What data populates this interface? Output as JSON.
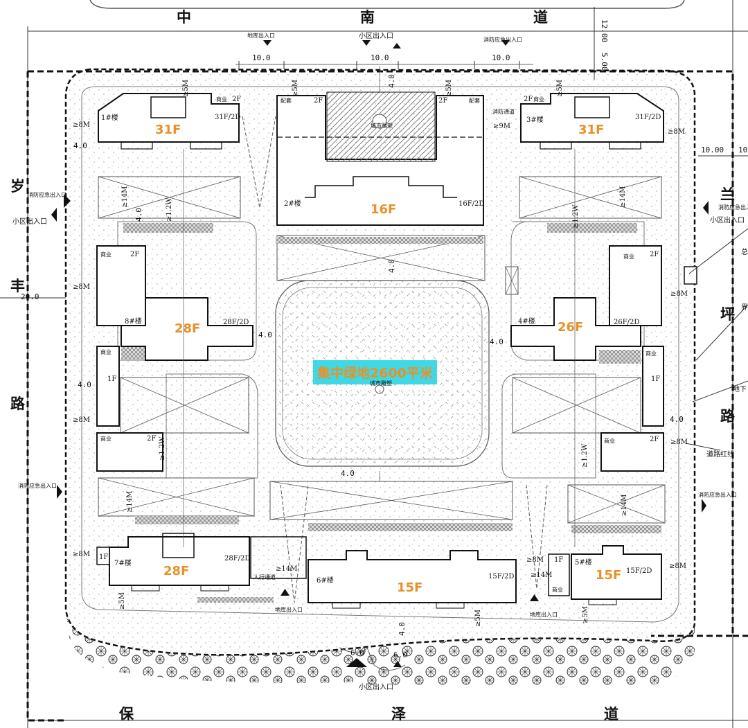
{
  "roads": {
    "north": [
      "中",
      "南",
      "道"
    ],
    "south": [
      "保",
      "泽",
      "道"
    ],
    "west": [
      "岁",
      "丰",
      "路"
    ],
    "east": [
      "兰",
      "坪",
      "路"
    ]
  },
  "green_area_label": "集中绿地2600平米",
  "city_sculpture_top": "城市雕塑",
  "city_sculpture_center": "城市雕塑",
  "buildings": [
    {
      "id": "b1",
      "label": "1#楼",
      "floors": "31F",
      "note": "31F/2D",
      "commerce": "商业",
      "f2": "2F"
    },
    {
      "id": "b2",
      "label": "2#楼",
      "floors": "16F",
      "note": "16F/2D",
      "support_l": "配套",
      "support_r": "配套",
      "f2l": "2F",
      "f2r": "2F"
    },
    {
      "id": "b3",
      "label": "3#楼",
      "floors": "31F",
      "note": "31F/2D",
      "commerce": "商业",
      "f2": "2F"
    },
    {
      "id": "b4",
      "label": "4#楼",
      "floors": "26F",
      "note": "26F/2D"
    },
    {
      "id": "b5",
      "label": "5#楼",
      "floors": "15F",
      "note": "15F/2D",
      "f1": "1F",
      "commerce": "商业"
    },
    {
      "id": "b6",
      "label": "6#楼",
      "floors": "15F",
      "note": "15F/2D"
    },
    {
      "id": "b7",
      "label": "7#楼",
      "floors": "28F",
      "note": "28F/2D",
      "f1": "1F"
    },
    {
      "id": "b8",
      "label": "8#楼",
      "floors": "28F",
      "note": "28F/2D"
    }
  ],
  "commerce_blocks": {
    "w_top": {
      "label": "商业",
      "f": "2F"
    },
    "w_mid": {
      "label": "商业",
      "f": "1F"
    },
    "w_bot": {
      "label": "商业",
      "f": "2F"
    },
    "e_top": {
      "label": "商业",
      "f": "2F"
    },
    "e_mid": {
      "label": "商业",
      "f": "1F"
    },
    "e_bot": {
      "label": "商业",
      "f": "2F"
    }
  },
  "entrances": {
    "north_garage": "地库出入口",
    "north_main": "小区出入口",
    "north_fire": "消防应急出入口",
    "fire_passage": "消防通道",
    "west_fire": "消防应急出入口",
    "west_main": "小区出入口",
    "west_fire2": "消防应急出入口",
    "east_fire": "消防应急出入口",
    "east_main": "小区出入口",
    "east_fire2": "消防应急出入口",
    "south_garage_l": "地库出入口",
    "south_garage_r": "地库出入口",
    "south_main": "小区出入口",
    "pedestrian": "人行通道"
  },
  "annotations": {
    "red_line": "道路红线",
    "east_1": "总",
    "east_2": "界",
    "east_3": "地下"
  },
  "dimensions": {
    "n_10_a": "10.0",
    "n_10_b": "10.0",
    "n_10_c": "10.0",
    "n_12": "12.00",
    "n_5": "5.00",
    "e_10a": "10.00",
    "e_10b": "10",
    "w_20": "20.0",
    "d_4_0": "4.0",
    "s_6a": "6.0",
    "s_6b": "6.0",
    "w8m": "≥8M",
    "w5m": "≥5M",
    "w14m": "≥14M",
    "w12w": "≥1.2W",
    "w9m": "≥9M"
  }
}
